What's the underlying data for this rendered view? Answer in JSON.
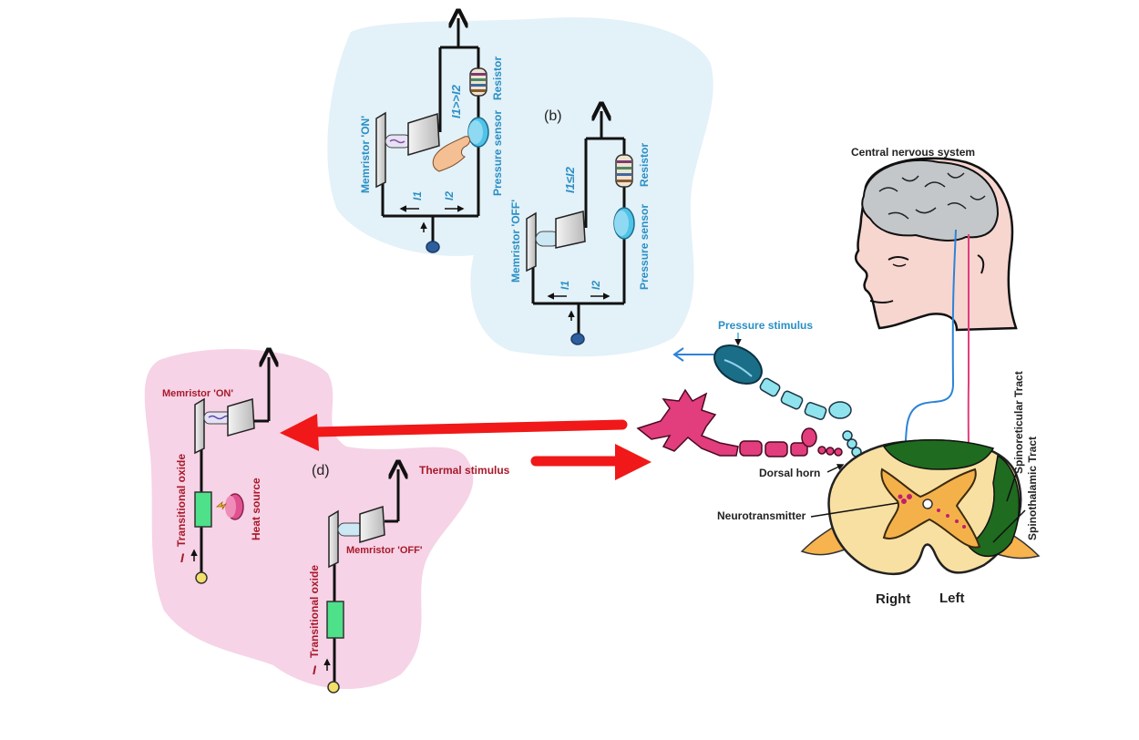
{
  "colors": {
    "blue_label": "#2a8fc4",
    "red_label": "#a8192c",
    "dark_label": "#222222",
    "blue_bg": "#e3f1f8",
    "pink_bg": "#f6d3e6",
    "arrow_red": "#f01818",
    "sensory_pink": "#e23d7d",
    "sensory_cyan": "#8fe3ec",
    "cord_green": "#1f6b1f",
    "cord_yellow": "#f8e0a2",
    "grey_matter": "#f4b14a"
  },
  "panel_b": {
    "label": "(b)",
    "on_circuit": {
      "memristor_label": "Memristor 'ON'",
      "current_relation": "I1>>I2",
      "resistor_label": "Resistor",
      "sensor_label": "Pressure sensor",
      "i1_label": "I1",
      "i2_label": "I2",
      "icons": [
        "hand-pressing-icon",
        "voltage-source-icon"
      ]
    },
    "off_circuit": {
      "memristor_label": "Memristor 'OFF'",
      "current_relation": "I1≤I2",
      "resistor_label": "Resistor",
      "sensor_label": "Pressure sensor",
      "i1_label": "I1",
      "i2_label": "I2"
    }
  },
  "panel_d": {
    "label": "(d)",
    "on_circuit": {
      "memristor_label": "Memristor 'ON'",
      "oxide_label": "Transitional oxide",
      "heat_label": "Heat source",
      "current_label": "I"
    },
    "off_circuit": {
      "memristor_label": "Memristor 'OFF'",
      "oxide_label": "Transitional oxide",
      "current_label": "I",
      "stimulus_label": "Thermal stimulus"
    }
  },
  "anatomy": {
    "cns_label": "Central nervous system",
    "pressure_label": "Pressure stimulus",
    "dorsal_label": "Dorsal horn",
    "neurotransmitter_label": "Neurotransmitter",
    "spinoreticular_label": "Spinoreticular Tract",
    "spinothalamic_label": "Spinothalamic Tract",
    "right_label": "Right",
    "left_label": "Left"
  }
}
